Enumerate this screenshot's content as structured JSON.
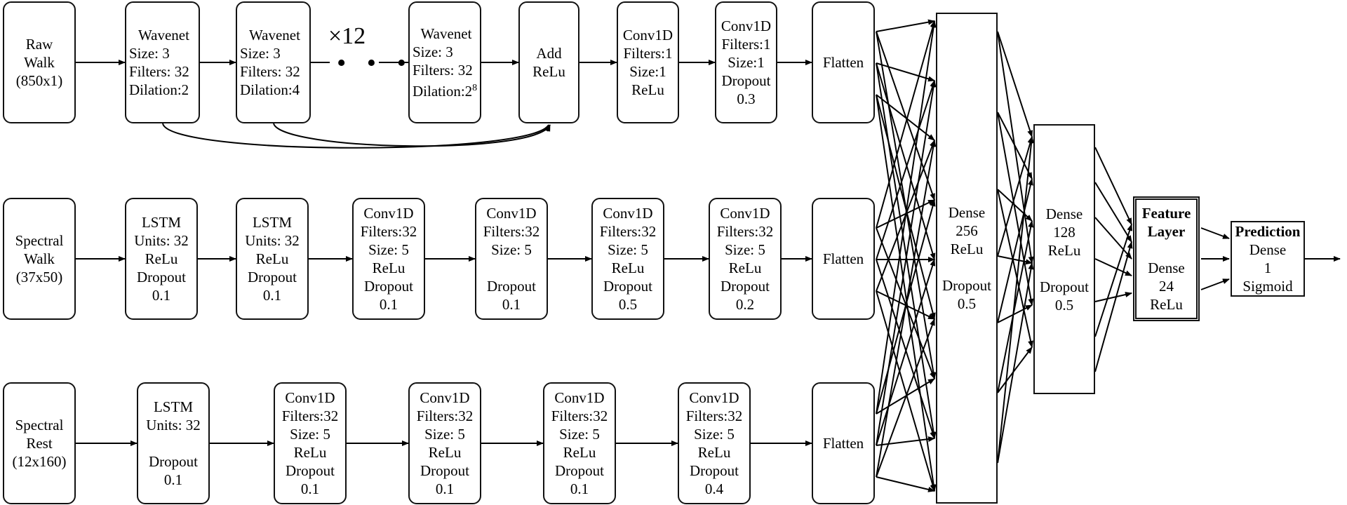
{
  "rows": {
    "raw_walk": {
      "input": [
        "Raw",
        "Walk",
        "(850x1)"
      ],
      "wavenet1": [
        "Wavenet",
        "Size: 3",
        "Filters: 32",
        "Dilation:2"
      ],
      "wavenet2": [
        "Wavenet",
        "Size: 3",
        "Filters: 32",
        "Dilation:4"
      ],
      "repeat_label": "×12",
      "ellipsis": "• • •",
      "wavenet_last": [
        "Wavenet",
        "Size: 3",
        "Filters: 32",
        "Dilation:2"
      ],
      "wavenet_last_exponent": "8",
      "add": [
        "Add",
        "ReLu"
      ],
      "conv1": [
        "Conv1D",
        "Filters:1",
        "Size:1",
        "ReLu"
      ],
      "conv2": [
        "Conv1D",
        "Filters:1",
        "Size:1",
        "Dropout",
        "0.3"
      ],
      "flatten": "Flatten"
    },
    "spectral_walk": {
      "input": [
        "Spectral",
        "Walk",
        "(37x50)"
      ],
      "lstm1": [
        "LSTM",
        "Units: 32",
        "ReLu",
        "Dropout",
        "0.1"
      ],
      "lstm2": [
        "LSTM",
        "Units: 32",
        "ReLu",
        "Dropout",
        "0.1"
      ],
      "conv1": [
        "Conv1D",
        "Filters:32",
        "Size: 5",
        "ReLu",
        "Dropout",
        "0.1"
      ],
      "conv2": [
        "Conv1D",
        "Filters:32",
        "Size: 5",
        "",
        "Dropout",
        "0.1"
      ],
      "conv3": [
        "Conv1D",
        "Filters:32",
        "Size: 5",
        "ReLu",
        "Dropout",
        "0.5"
      ],
      "conv4": [
        "Conv1D",
        "Filters:32",
        "Size: 5",
        "ReLu",
        "Dropout",
        "0.2"
      ],
      "flatten": "Flatten"
    },
    "spectral_rest": {
      "input": [
        "Spectral",
        "Rest",
        "(12x160)"
      ],
      "lstm": [
        "LSTM",
        "Units: 32",
        "",
        "Dropout",
        "0.1"
      ],
      "conv1": [
        "Conv1D",
        "Filters:32",
        "Size: 5",
        "ReLu",
        "Dropout",
        "0.1"
      ],
      "conv2": [
        "Conv1D",
        "Filters:32",
        "Size: 5",
        "ReLu",
        "Dropout",
        "0.1"
      ],
      "conv3": [
        "Conv1D",
        "Filters:32",
        "Size: 5",
        "ReLu",
        "Dropout",
        "0.1"
      ],
      "conv4": [
        "Conv1D",
        "Filters:32",
        "Size: 5",
        "ReLu",
        "Dropout",
        "0.4"
      ],
      "flatten": "Flatten"
    }
  },
  "head": {
    "dense256": [
      "Dense",
      "256",
      "ReLu",
      "",
      "Dropout",
      "0.5"
    ],
    "dense128": [
      "Dense",
      "128",
      "ReLu",
      "",
      "Dropout",
      "0.5"
    ],
    "feature": [
      "Feature",
      "Layer",
      "",
      "Dense",
      "24",
      "ReLu"
    ],
    "prediction": [
      "Prediction",
      "Dense",
      "1",
      "Sigmoid"
    ]
  }
}
